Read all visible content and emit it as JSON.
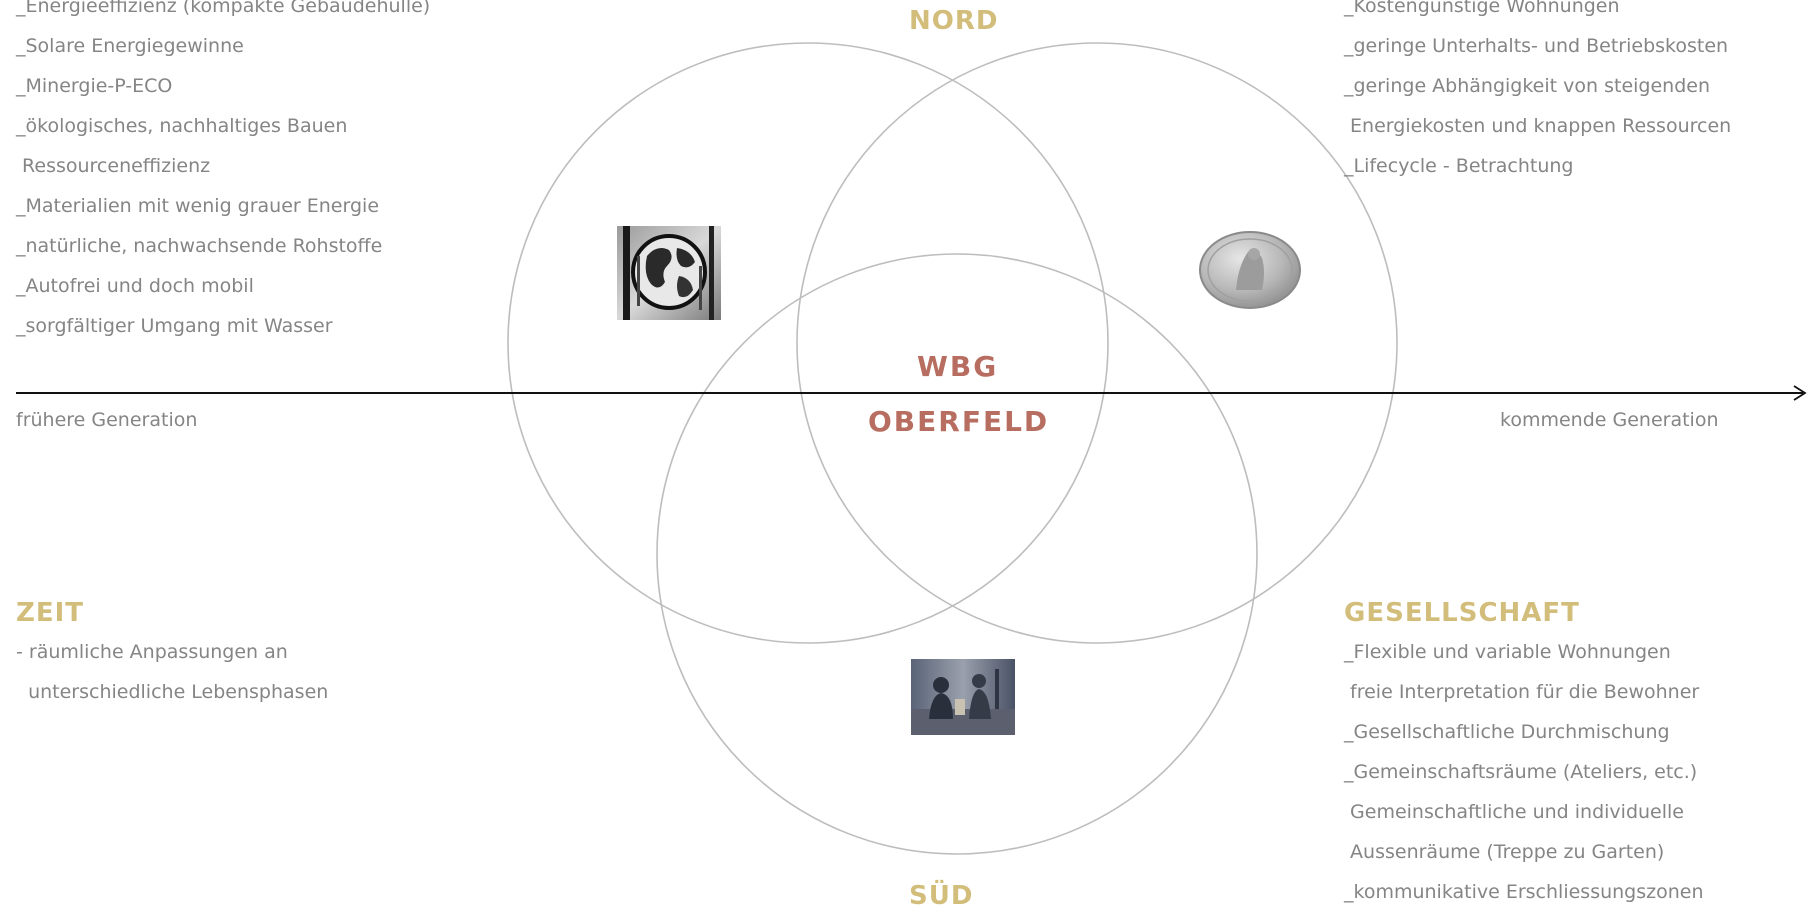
{
  "headings": {
    "north": "NORD",
    "south": "SÜD",
    "time": "ZEIT",
    "society": "GESELLSCHAFT"
  },
  "center": {
    "line1": "WBG",
    "line2": "OBERFELD"
  },
  "axis": {
    "left_label": "frühere Generation",
    "right_label": "kommende Generation"
  },
  "ecology_items": [
    "_Energieeffizienz (kompakte Gebäudehülle)",
    "_Solare Energiegewinne",
    "_Minergie-P-ECO",
    "_ökologisches, nachhaltiges Bauen",
    " Ressourceneffizienz",
    "_Materialien mit wenig grauer Energie",
    "_natürliche, nachwachsende Rohstoffe",
    "_Autofrei und doch mobil",
    "_sorgfältiger Umgang mit Wasser"
  ],
  "economy_items": [
    "_Kostengünstige Wohnungen",
    "_geringe Unterhalts- und Betriebskosten",
    "_geringe Abhängigkeit von steigenden",
    " Energiekosten und knappen Ressourcen",
    "_Lifecycle - Betrachtung"
  ],
  "time_items": [
    "- räumliche Anpassungen an",
    "  unterschiedliche Lebensphasen"
  ],
  "society_items": [
    "_Flexible und variable Wohnungen",
    " freie Interpretation für die Bewohner",
    "_Gesellschaftliche Durchmischung",
    "_Gemeinschaftsräume (Ateliers, etc.)",
    " Gemeinschaftliche und individuelle",
    " Aussenräume (Treppe zu Garten)",
    "_kommunikative Erschliessungszonen"
  ],
  "images": {
    "globe": "globe-icon",
    "coin": "coin-icon",
    "people": "people-icon"
  },
  "colors": {
    "heading": "#d3bd7a",
    "center": "#b76d5f",
    "text": "#858585",
    "circle": "#bdbdbd",
    "axis": "#111111"
  }
}
